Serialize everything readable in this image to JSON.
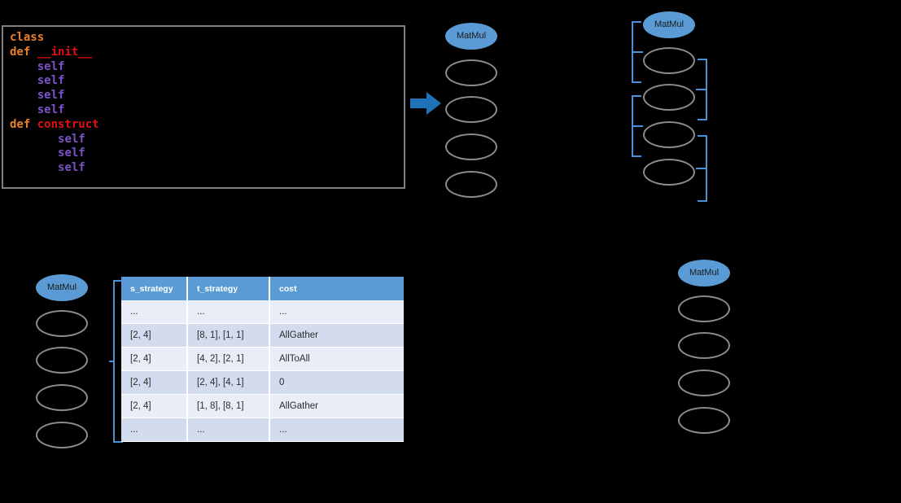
{
  "code_panel": {
    "name": "python-source-snippet",
    "lines": [
      {
        "indent": 0,
        "tokens": [
          {
            "t": "class",
            "c": "kw"
          }
        ]
      },
      {
        "indent": 0,
        "tokens": [
          {
            "t": "def ",
            "c": "kw"
          },
          {
            "t": "__init__",
            "c": "fn"
          }
        ]
      },
      {
        "indent": 4,
        "tokens": [
          {
            "t": "self",
            "c": "self"
          }
        ]
      },
      {
        "indent": 4,
        "tokens": [
          {
            "t": "self",
            "c": "self"
          }
        ]
      },
      {
        "indent": 4,
        "tokens": [
          {
            "t": "self",
            "c": "self"
          }
        ]
      },
      {
        "indent": 4,
        "tokens": [
          {
            "t": "self",
            "c": "self"
          }
        ]
      },
      {
        "indent": 0,
        "tokens": [
          {
            "t": "def ",
            "c": "kw"
          },
          {
            "t": "construct",
            "c": "fn"
          }
        ]
      },
      {
        "indent": 7,
        "tokens": [
          {
            "t": "self",
            "c": "self"
          }
        ]
      },
      {
        "indent": 7,
        "tokens": [
          {
            "t": "self",
            "c": "self"
          }
        ]
      },
      {
        "indent": 7,
        "tokens": [
          {
            "t": "self",
            "c": "self"
          }
        ]
      }
    ]
  },
  "arrow": {
    "label": "transform-arrow",
    "color": "#1f72b8"
  },
  "graphs": {
    "top_middle": {
      "title": "MatMul",
      "node_count": 4
    },
    "top_right": {
      "title": "MatMul",
      "node_count": 4
    },
    "bottom_left": {
      "title": "MatMul",
      "node_count": 4
    },
    "bottom_right": {
      "title": "MatMul",
      "node_count": 4
    }
  },
  "table": {
    "name": "strategy-cost-table",
    "headers": [
      "s_strategy",
      "t_strategy",
      "cost"
    ],
    "rows": [
      [
        "...",
        "...",
        "..."
      ],
      [
        "[2, 4]",
        "[8, 1], [1, 1]",
        "AllGather"
      ],
      [
        "[2, 4]",
        "[4, 2], [2, 1]",
        "AllToAll"
      ],
      [
        "[2, 4]",
        "[2, 4], [4, 1]",
        "0"
      ],
      [
        "[2, 4]",
        "[1, 8], [8, 1]",
        "AllGather"
      ],
      [
        "...",
        "...",
        "..."
      ]
    ]
  },
  "colors": {
    "accent_blue": "#5b9bd5",
    "bracket_blue": "#4a90d9",
    "arrow_blue": "#1f72b8",
    "node_outline": "#8c8c8c",
    "table_row_light": "#e8edf7",
    "table_row_dark": "#d3dcee",
    "code_keyword": "#e8802a",
    "code_function": "#e01010",
    "code_self": "#7b52c8",
    "panel_border": "#7f7f7f",
    "background": "#000000"
  }
}
